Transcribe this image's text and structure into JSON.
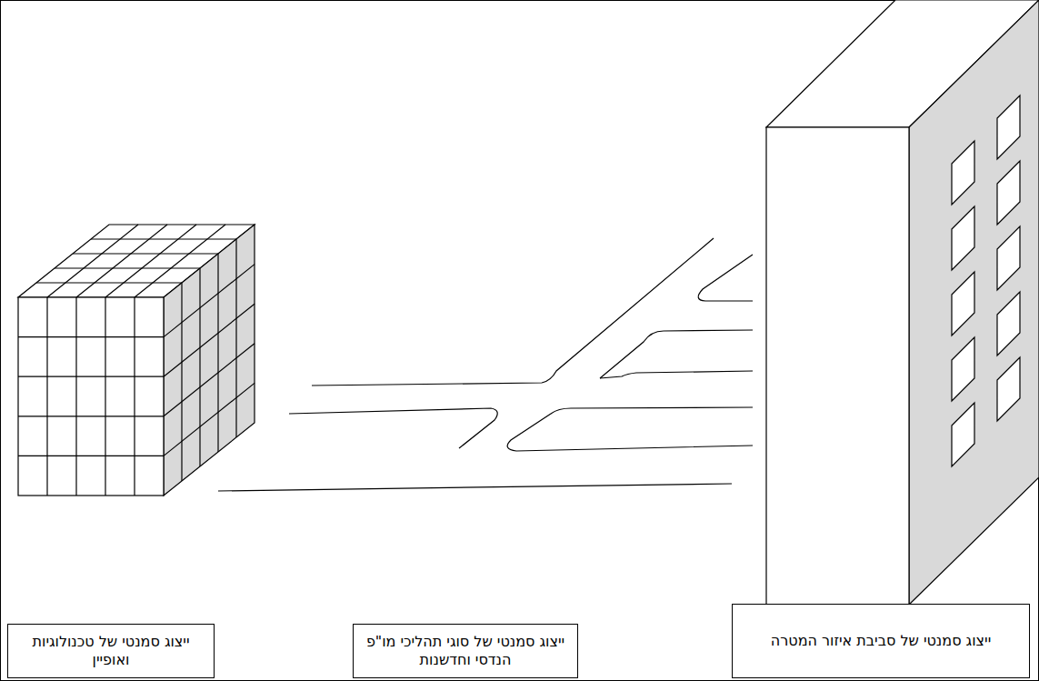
{
  "diagram": {
    "nodes": [
      {
        "text": [
          "ייצוג סמנטי של סביבת איזור המטרה"
        ]
      },
      {
        "text": [
          "ייצוג סמנטי של סוגי תהליכי מו\"פ הנדסי וחדשנות"
        ]
      },
      {
        "text": [
          "ייצוג סמנטי של טכנולוגיות ואופיין"
        ]
      }
    ]
  }
}
